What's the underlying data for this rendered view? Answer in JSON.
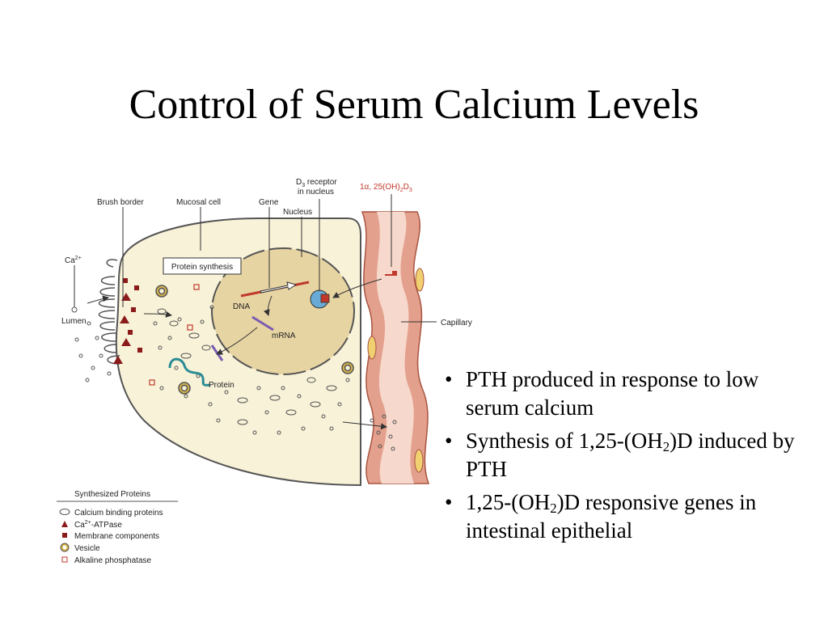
{
  "slide": {
    "title": "Control of Serum Calcium Levels"
  },
  "diagram": {
    "labels": {
      "brush_border": "Brush border",
      "mucosal_cell": "Mucosal cell",
      "gene": "Gene",
      "d3_receptor_a": "D",
      "d3_receptor_sub": "3",
      "d3_receptor_b": " receptor",
      "d3_receptor_line2": "in nucleus",
      "nucleus": "Nucleus",
      "hormone_a": "1α, 25(OH)",
      "hormone_sub1": "2",
      "hormone_b": "D",
      "hormone_sub2": "3",
      "ca_a": "Ca",
      "ca_sup": "2+",
      "lumen": "Lumen",
      "protein_synthesis": "Protein synthesis",
      "dna": "DNA",
      "mrna": "mRNA",
      "protein": "Protein",
      "capillary": "Capillary"
    },
    "legend": {
      "title": "Synthesized Proteins",
      "items": [
        {
          "symbol": "ellipse",
          "label": "Calcium binding proteins"
        },
        {
          "symbol": "triangle",
          "label_a": "Ca",
          "label_sup": "2+",
          "label_b": "-ATPase"
        },
        {
          "symbol": "square",
          "label": "Membrane components"
        },
        {
          "symbol": "circle",
          "label": "Vesicle"
        },
        {
          "symbol": "open-square",
          "label": "Alkaline phosphatase"
        }
      ]
    },
    "colors": {
      "cytoplasm": "#f8f2d8",
      "nucleus": "#e7d4a3",
      "capillary_wall": "#e3a08c",
      "capillary_lumen": "#f7d8cc",
      "capillary_edge": "#a85440",
      "hormone": "#c0392b",
      "mrna": "#7a5cb0",
      "protein": "#2a8c95",
      "receptor": "#6aaad6",
      "membrane_component": "#8b1a1a",
      "vesicle": "#d4b24a"
    }
  },
  "bullets": [
    {
      "text": "PTH produced in response to low serum calcium"
    },
    {
      "pre": "Synthesis of 1,25-(OH",
      "sub": "2",
      "post": ")D induced by PTH"
    },
    {
      "pre": "1,25-(OH",
      "sub": "2",
      "post": ")D responsive genes in intestinal epithelial"
    }
  ]
}
